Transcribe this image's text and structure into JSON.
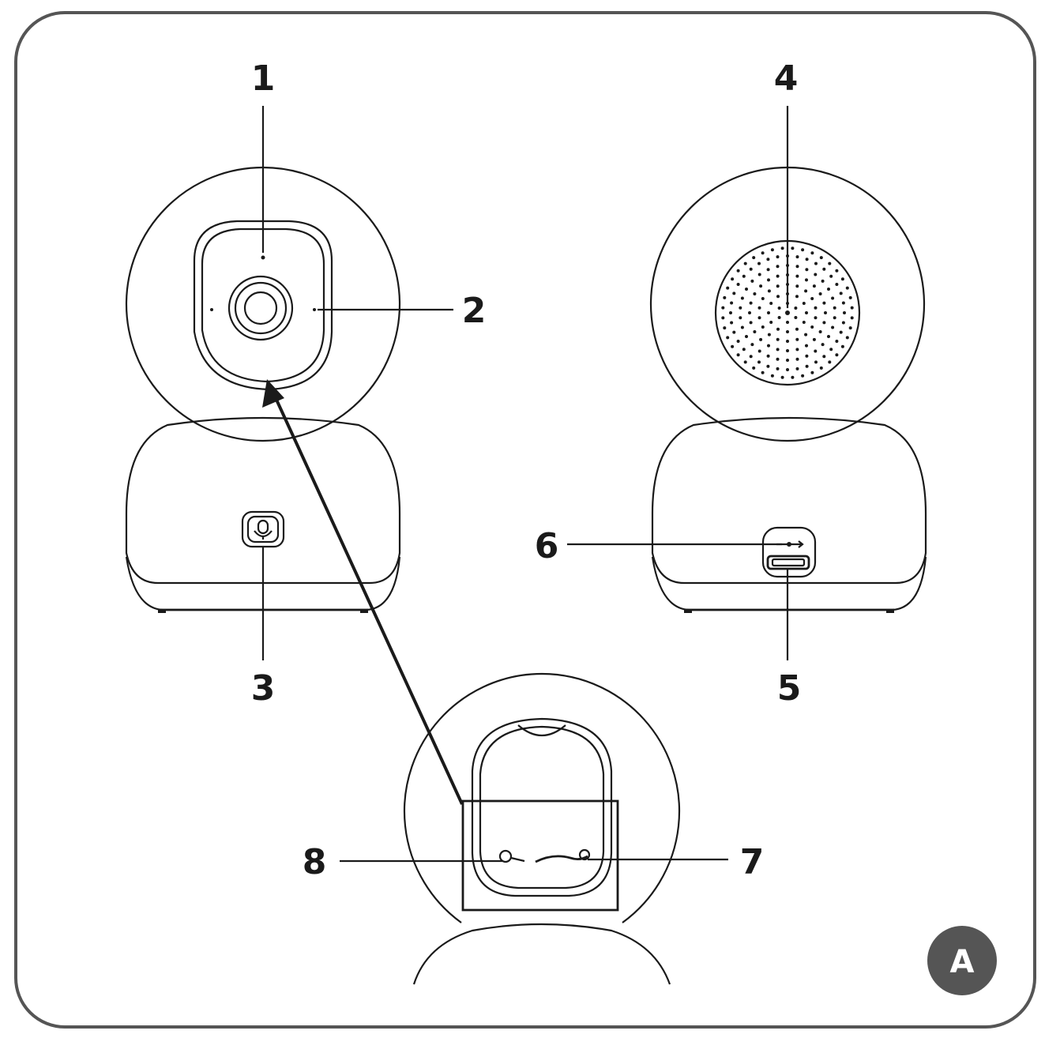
{
  "callouts": {
    "c1": "1",
    "c2": "2",
    "c3": "3",
    "c4": "4",
    "c5": "5",
    "c6": "6",
    "c7": "7",
    "c8": "8"
  },
  "badge": {
    "label": "A"
  },
  "colors": {
    "stroke": "#1a1a1a",
    "badge_fill": "#555555",
    "badge_text": "#ffffff",
    "frame": "#555555"
  }
}
